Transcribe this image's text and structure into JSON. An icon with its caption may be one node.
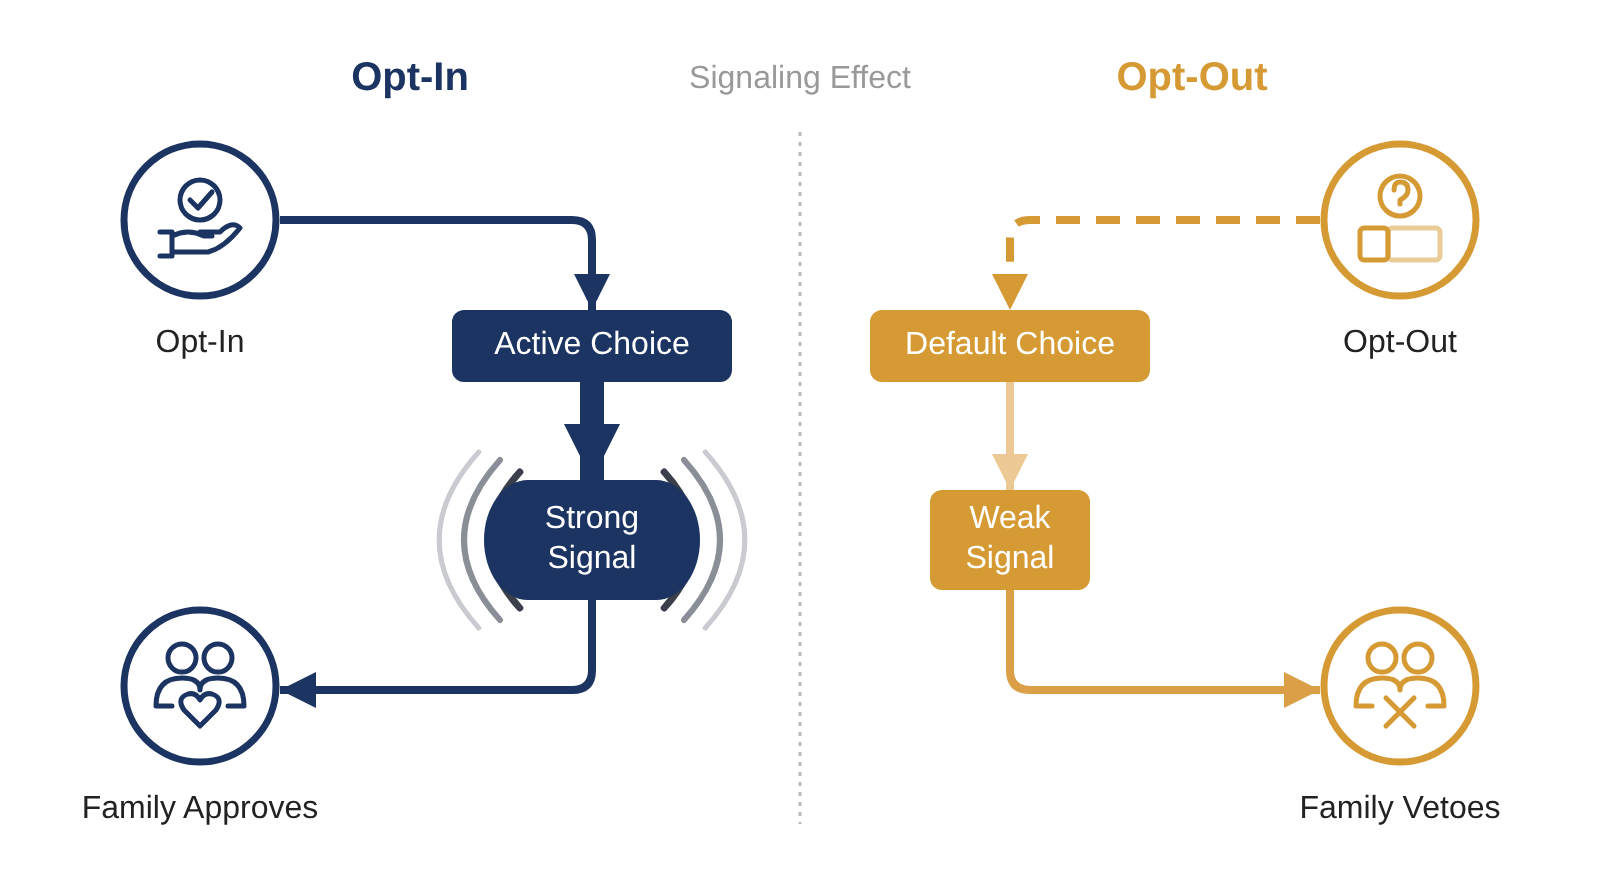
{
  "diagram": {
    "nodes": [
      {
        "text": [
          "Opt-In"
        ]
      },
      {
        "text": [
          "Active Choice"
        ]
      },
      {
        "text": [
          "Strong Signal"
        ]
      },
      {
        "text": [
          "Family Approves"
        ]
      },
      {
        "text": [
          "Default Choice"
        ]
      },
      {
        "text": [
          "Weak Signal"
        ]
      },
      {
        "text": [
          "Opt-Out"
        ]
      },
      {
        "text": [
          "Family Vetoes"
        ]
      }
    ],
    "edges": [
      {
        "from": 0,
        "to": 1,
        "arrow": "to",
        "color": "#1c3461"
      },
      {
        "from": 1,
        "to": 2,
        "arrow": "to",
        "style": "thick",
        "color": "#1c3461"
      },
      {
        "from": 2,
        "to": 3,
        "arrow": "to",
        "color": "#1c3461"
      },
      {
        "from": 6,
        "to": 4,
        "arrow": "to",
        "style": "dashed",
        "color": "#d69a34"
      },
      {
        "from": 4,
        "to": 5,
        "arrow": "to",
        "color": "#ecc894"
      },
      {
        "from": 5,
        "to": 7,
        "arrow": "to",
        "color": "#dba047"
      }
    ],
    "labels": [
      "Opt-In",
      "Signaling Effect",
      "Opt-Out"
    ]
  }
}
